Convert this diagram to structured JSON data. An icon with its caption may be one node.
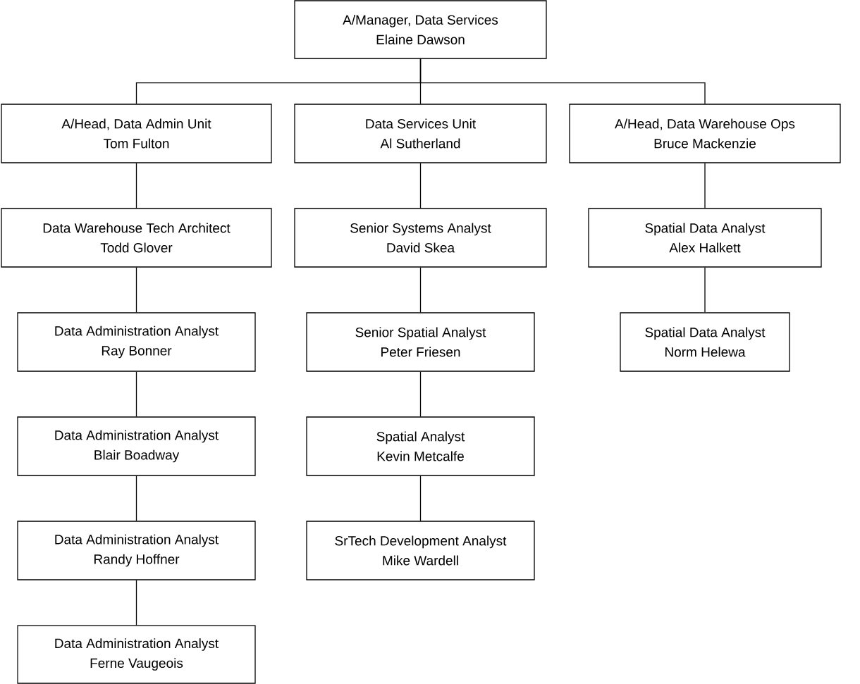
{
  "diagram": {
    "nodes": [
      {
        "text": [
          "A/Manager, Data Services",
          "Elaine Dawson"
        ]
      },
      {
        "text": [
          "A/Head, Data Admin Unit",
          "Tom Fulton"
        ]
      },
      {
        "text": [
          "Data Services Unit",
          "Al Sutherland"
        ]
      },
      {
        "text": [
          "A/Head, Data Warehouse Ops",
          "Bruce Mackenzie"
        ]
      },
      {
        "text": [
          "Data Warehouse Tech Architect",
          "Todd Glover"
        ]
      },
      {
        "text": [
          "Senior Systems Analyst",
          "David Skea"
        ]
      },
      {
        "text": [
          "Spatial Data Analyst",
          "Alex Halkett"
        ]
      },
      {
        "text": [
          "Data Administration Analyst",
          "Ray Bonner"
        ]
      },
      {
        "text": [
          "Senior Spatial Analyst",
          "Peter Friesen"
        ]
      },
      {
        "text": [
          "Spatial Data Analyst",
          "Norm Helewa"
        ]
      },
      {
        "text": [
          "Data Administration Analyst",
          "Blair Boadway"
        ]
      },
      {
        "text": [
          "Spatial Analyst",
          "Kevin Metcalfe"
        ]
      },
      {
        "text": [
          "Data Administration Analyst",
          "Randy Hoffner"
        ]
      },
      {
        "text": [
          "SrTech Development Analyst",
          "Mike Wardell"
        ]
      },
      {
        "text": [
          "Data Administration Analyst",
          "Ferne Vaugeois"
        ]
      }
    ],
    "edges": [
      {
        "from": 0,
        "to": 1,
        "arrow": "none"
      },
      {
        "from": 0,
        "to": 2,
        "arrow": "none"
      },
      {
        "from": 0,
        "to": 3,
        "arrow": "none"
      },
      {
        "from": 1,
        "to": 4,
        "arrow": "none"
      },
      {
        "from": 2,
        "to": 5,
        "arrow": "none"
      },
      {
        "from": 3,
        "to": 6,
        "arrow": "none"
      },
      {
        "from": 4,
        "to": 7,
        "arrow": "none"
      },
      {
        "from": 5,
        "to": 8,
        "arrow": "none"
      },
      {
        "from": 6,
        "to": 9,
        "arrow": "none"
      },
      {
        "from": 7,
        "to": 10,
        "arrow": "none"
      },
      {
        "from": 8,
        "to": 11,
        "arrow": "none"
      },
      {
        "from": 10,
        "to": 12,
        "arrow": "none"
      },
      {
        "from": 11,
        "to": 13,
        "arrow": "none"
      },
      {
        "from": 12,
        "to": 14,
        "arrow": "none"
      }
    ]
  }
}
